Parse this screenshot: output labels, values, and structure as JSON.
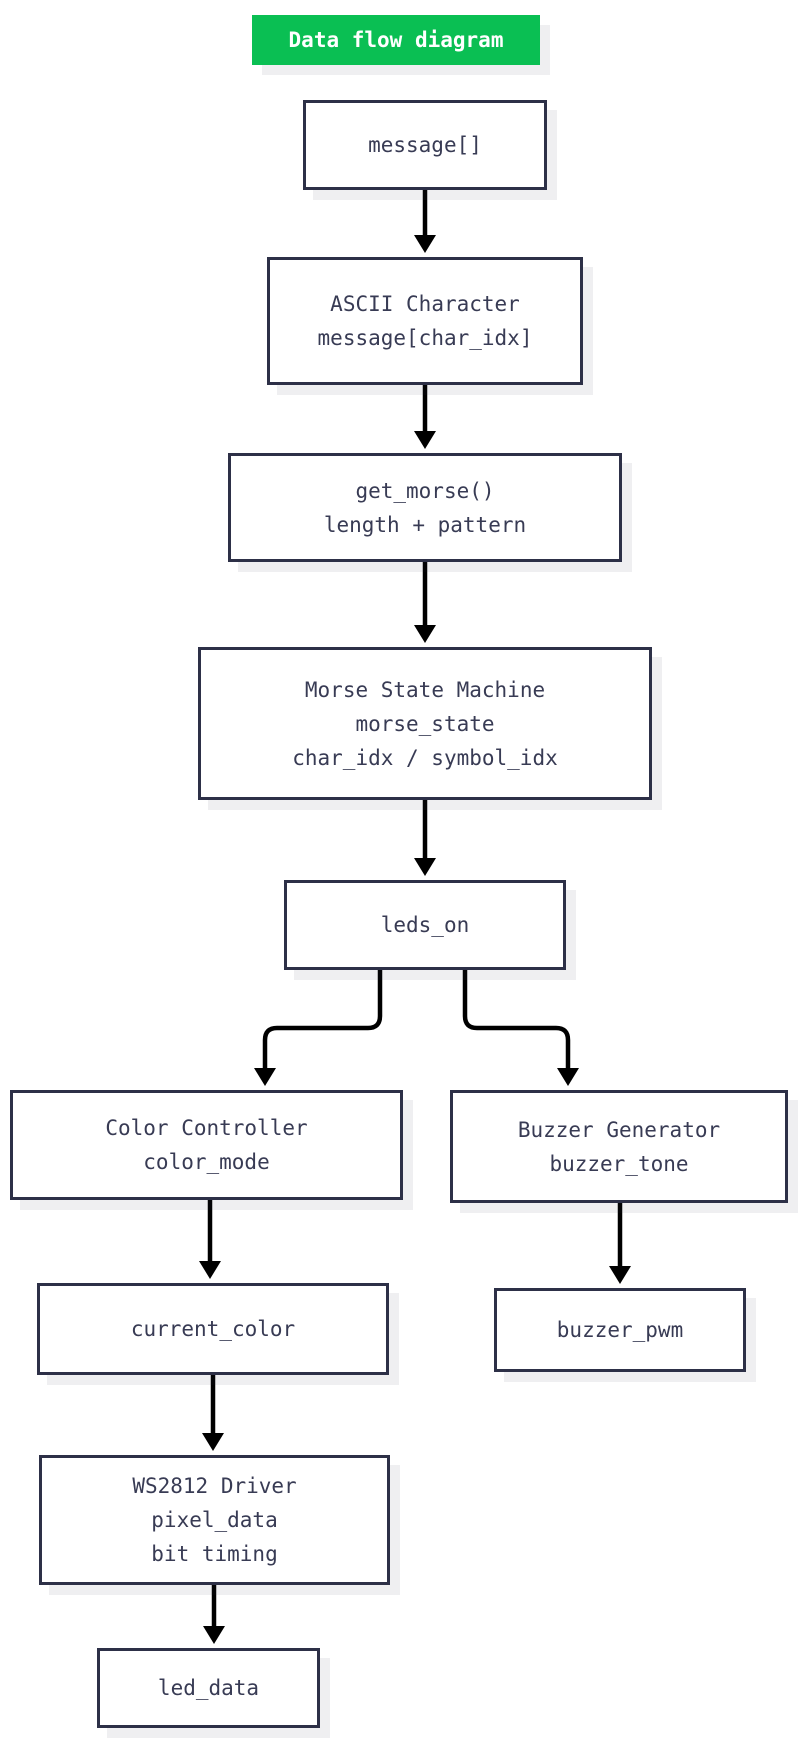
{
  "title": {
    "label": "Data flow diagram"
  },
  "colors": {
    "accent-green": "#0abf53",
    "node-border": "#2d3047",
    "node-text": "#383b54",
    "arrow": "#000000",
    "canvas-bg": "#ffffff",
    "shadow": "rgba(45,48,71,0.08)"
  },
  "nodes": {
    "message": {
      "lines": [
        "message[]"
      ]
    },
    "ascii": {
      "lines": [
        "ASCII Character",
        "message[char_idx]"
      ]
    },
    "get_morse": {
      "lines": [
        "get_morse()",
        "length + pattern"
      ]
    },
    "state_machine": {
      "lines": [
        "Morse State Machine",
        "morse_state",
        "char_idx / symbol_idx"
      ]
    },
    "leds_on": {
      "lines": [
        "leds_on"
      ]
    },
    "color_controller": {
      "lines": [
        "Color Controller",
        "color_mode"
      ]
    },
    "buzzer_generator": {
      "lines": [
        "Buzzer Generator",
        "buzzer_tone"
      ]
    },
    "current_color": {
      "lines": [
        "current_color"
      ]
    },
    "buzzer_pwm": {
      "lines": [
        "buzzer_pwm"
      ]
    },
    "ws2812_driver": {
      "lines": [
        "WS2812 Driver",
        "pixel_data",
        "bit timing"
      ]
    },
    "led_data": {
      "lines": [
        "led_data"
      ]
    }
  },
  "edges": [
    {
      "from": "message",
      "to": "ascii"
    },
    {
      "from": "ascii",
      "to": "get_morse"
    },
    {
      "from": "get_morse",
      "to": "state_machine"
    },
    {
      "from": "state_machine",
      "to": "leds_on"
    },
    {
      "from": "leds_on",
      "to": "color_controller"
    },
    {
      "from": "leds_on",
      "to": "buzzer_generator"
    },
    {
      "from": "color_controller",
      "to": "current_color"
    },
    {
      "from": "buzzer_generator",
      "to": "buzzer_pwm"
    },
    {
      "from": "current_color",
      "to": "ws2812_driver"
    },
    {
      "from": "ws2812_driver",
      "to": "led_data"
    }
  ]
}
